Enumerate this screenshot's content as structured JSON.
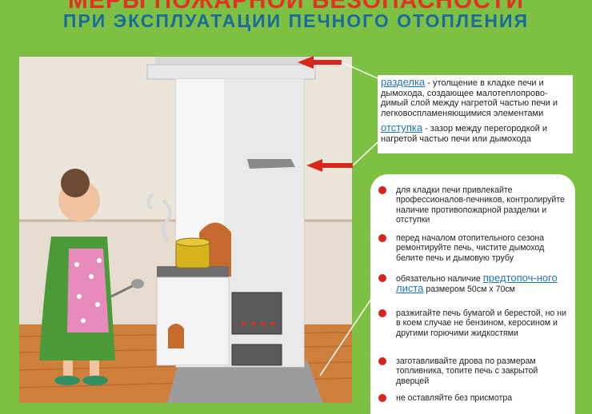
{
  "header": {
    "title": "МЕРЫ ПОЖАРНОЙ БЕЗОПАСНОСТИ",
    "subtitle": "ПРИ ЭКСПЛУАТАЦИИ ПЕЧНОГО ОТОПЛЕНИЯ"
  },
  "callouts": {
    "razdelka": {
      "term": "разделка",
      "text": " - утолщение в кладке печи и дымохода, создающее малотеплопрово-димый слой между нагретой частью печи и легковоспламеняющимися элементами"
    },
    "otstupka": {
      "term": "отступка",
      "text": " - зазор между перегородкой и нагретой частью печи или дымохода"
    }
  },
  "rules": {
    "r1": "для кладки печи привлекайте профессионалов-печников, контролируйте наличие противопожарной разделки и отступки",
    "r2": "перед началом отопительного сезона ремонтируйте печь, чистите дымоход белите печь и дымовую трубу",
    "r3_before": "обязательно наличие ",
    "r3_term": "предтопоч-ного листа",
    "r3_after": " размером 50см х 70см",
    "r4": "разжигайте печь бумагой и берестой, но ни в коем случае не бензином, керосином и другими горючими жидкостями",
    "r5": "заготавливайте дрова по размерам топливника, топите печь с закрытой дверцей",
    "r6": "не оставляйте без присмотра"
  },
  "colors": {
    "background": "#7dc043",
    "title_red": "#e23321",
    "title_blue": "#1b6a9c",
    "term_blue": "#1f74b8",
    "bullet_red": "#d7241b",
    "arrow_red": "#d9261c"
  }
}
